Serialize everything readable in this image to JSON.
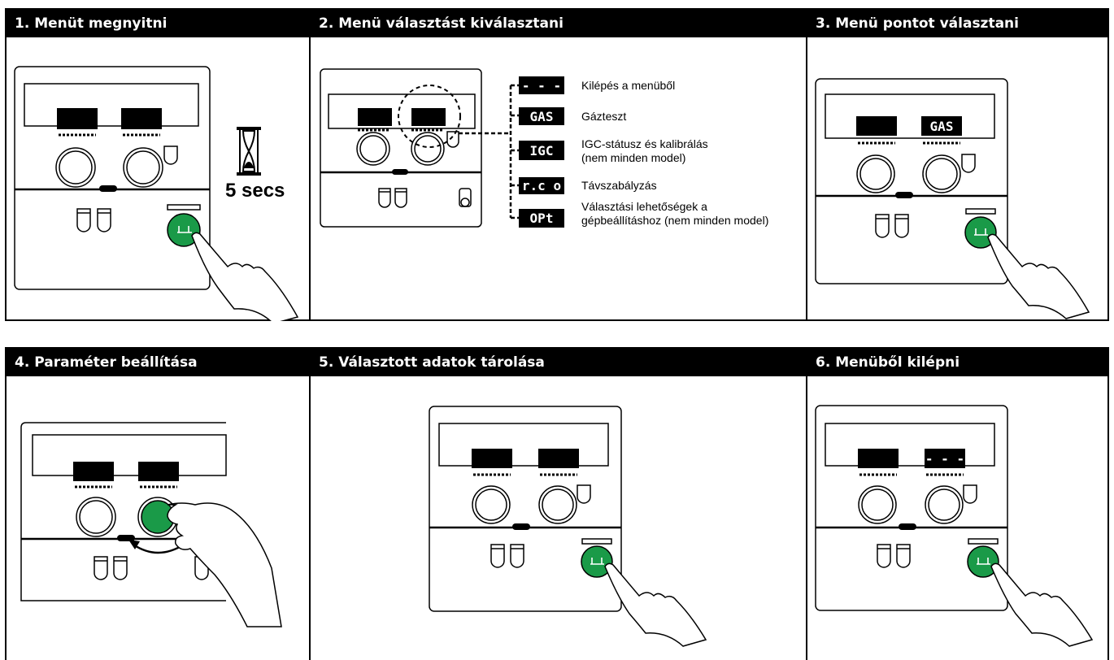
{
  "steps": [
    {
      "number": "1.",
      "title": "Menüt megnyitni"
    },
    {
      "number": "2.",
      "title": "Menü választást kiválasztani"
    },
    {
      "number": "3.",
      "title": "Menü pontot választani"
    },
    {
      "number": "4.",
      "title": "Paraméter beállítása"
    },
    {
      "number": "5.",
      "title": "Választott adatok tárolása"
    },
    {
      "number": "6.",
      "title": "Menüből kilépni"
    }
  ],
  "step1": {
    "hold_time": "5 secs",
    "icon": "hourglass-icon"
  },
  "step2": {
    "options": [
      {
        "code": "- - -",
        "label": "Kilépés a menüből"
      },
      {
        "code": "GAS",
        "label": "Gázteszt"
      },
      {
        "code": "IGC",
        "label": "IGC-státusz és kalibrálás",
        "label2": "(nem minden model)"
      },
      {
        "code": "r.c o",
        "label": "Távszabályzás"
      },
      {
        "code": "OPt",
        "label": "Választási lehetőségek a",
        "label2": "gépbeállításhoz (nem minden model)"
      }
    ]
  },
  "step3": {
    "display_right": "GAS"
  },
  "step6": {
    "display_right": "- - -"
  },
  "colors": {
    "accent_green": "#1a9a48",
    "ink": "#000000",
    "background": "#ffffff"
  }
}
